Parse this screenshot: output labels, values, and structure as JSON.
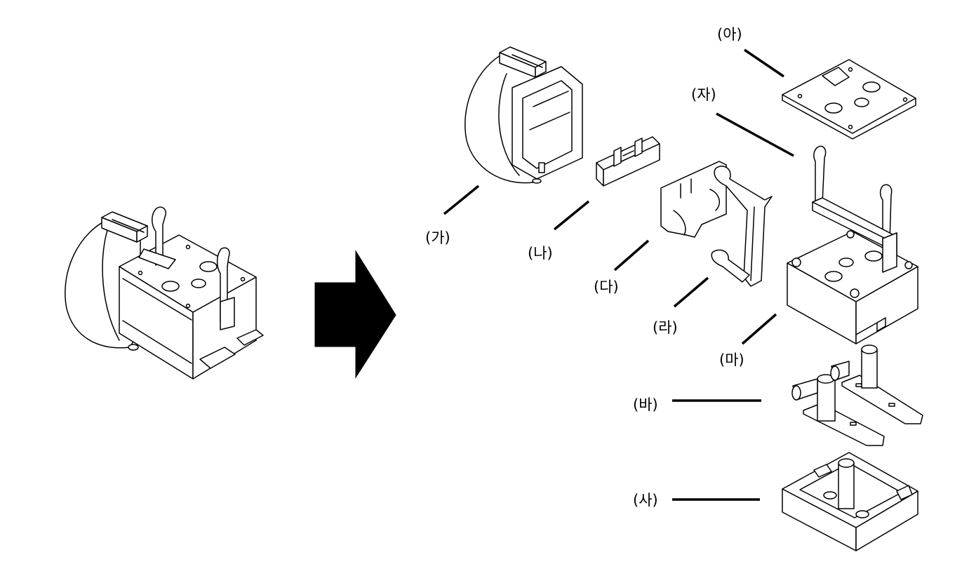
{
  "diagram": {
    "arrow_color": "#000000",
    "line_color": "#000000",
    "background": "#ffffff",
    "labels": {
      "ga": "(가)",
      "na": "(나)",
      "da": "(다)",
      "ra": "(라)",
      "ma": "(마)",
      "ba": "(바)",
      "sa": "(사)",
      "a": "(아)",
      "ja": "(자)"
    }
  }
}
